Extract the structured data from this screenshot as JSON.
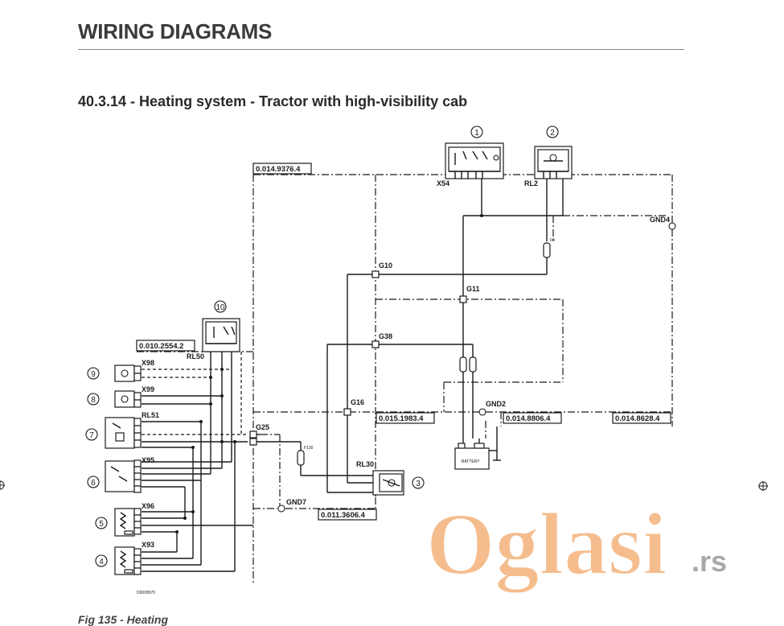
{
  "header": {
    "title": "WIRING DIAGRAMS"
  },
  "section": {
    "title": "40.3.14 - Heating system - Tractor with high-visibility cab"
  },
  "caption": "Fig 135 - Heating",
  "watermark": {
    "brand": "Oglasi",
    "suffix": ".rs",
    "color": "#f0a060"
  },
  "diagram": {
    "components": {
      "c1": "1",
      "c2": "2",
      "c3": "3",
      "c4": "4",
      "c5": "5",
      "c6": "6",
      "c7": "7",
      "c8": "8",
      "c9": "9",
      "c10": "10"
    },
    "connectors": {
      "x54": "X54",
      "rl2": "RL2",
      "rl50": "RL50",
      "rl51": "RL51",
      "rl30": "RL30",
      "x98": "X98",
      "x99": "X99",
      "x95": "X95",
      "x96": "X96",
      "x93": "X93"
    },
    "grounds": {
      "gnd4": "GND4",
      "gnd2": "GND2",
      "gnd7": "GND7"
    },
    "nodes": {
      "g10": "G10",
      "g11": "G11",
      "g38": "G38",
      "g16": "G16",
      "g25": "G25"
    },
    "fuses": {
      "f130": "F130",
      "f8": "F8"
    },
    "references": {
      "r1": "0.014.9376.4",
      "r2": "0.010.2554.2",
      "r3": "0.015.1983.4",
      "r4": "0.014.8806.4",
      "r5": "0.014.8628.4",
      "r6": "0.011.3606.4"
    },
    "battery": "BATTERY",
    "doc_code": "D0008970"
  }
}
